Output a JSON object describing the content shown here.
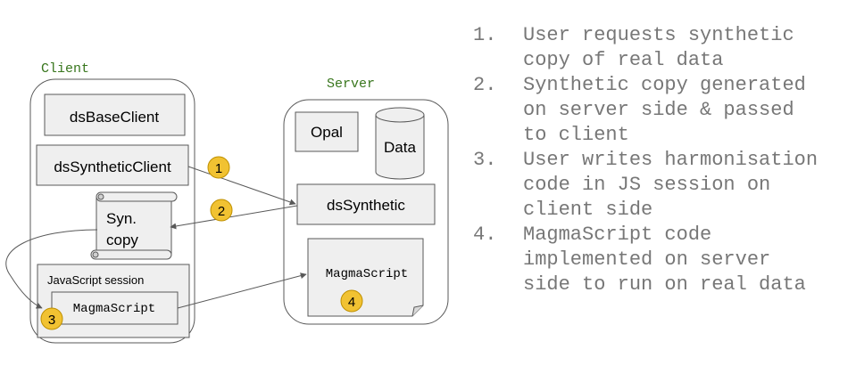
{
  "client": {
    "label": "Client",
    "ds_base_client": "dsBaseClient",
    "ds_synthetic_client": "dsSyntheticClient",
    "syn_copy_line1": "Syn.",
    "syn_copy_line2": "copy",
    "js_session": "JavaScript session",
    "magma_script": "MagmaScript"
  },
  "server": {
    "label": "Server",
    "opal": "Opal",
    "data": "Data",
    "ds_synthetic": "dsSynthetic",
    "magma_script": "MagmaScript"
  },
  "badges": [
    "1",
    "2",
    "3",
    "4"
  ],
  "steps": [
    {
      "num": "1.",
      "line1": "User requests synthetic",
      "line2": "copy of real data",
      "line3": ""
    },
    {
      "num": "2.",
      "line1": "Synthetic copy generated",
      "line2": "on server side & passed",
      "line3": "to client"
    },
    {
      "num": "3.",
      "line1": "User writes harmonisation",
      "line2": "code in JS session on",
      "line3": "client side"
    },
    {
      "num": "4.",
      "line1": "MagmaScript code",
      "line2": "implemented on server",
      "line3": "side to run on real data"
    }
  ],
  "colors": {
    "box_fill": "#efefef",
    "stroke": "#595959",
    "badge_fill": "#f1c232",
    "badge_stroke": "#bf9000",
    "label_green": "#38761d",
    "step_text": "#777777"
  }
}
